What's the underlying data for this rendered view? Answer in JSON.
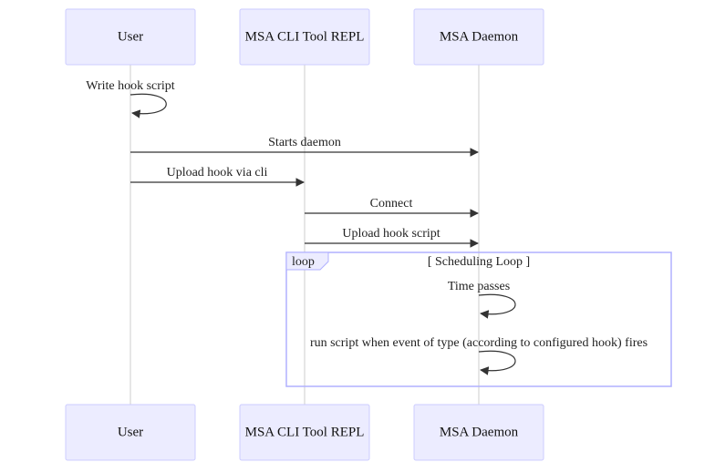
{
  "participants": {
    "user": "User",
    "cli": "MSA CLI Tool REPL",
    "daemon": "MSA Daemon"
  },
  "messages": {
    "m1": "Write hook script",
    "m2": "Starts daemon",
    "m3": "Upload hook via cli",
    "m4": "Connect",
    "m5": "Upload hook script",
    "m6": "Time passes",
    "m7": "run script when event of type (according to configured hook) fires"
  },
  "loop": {
    "keyword": "loop",
    "title": "[ Scheduling Loop ]"
  },
  "colors": {
    "actor_fill": "#ececff",
    "actor_stroke": "#ccccff",
    "loop_stroke": "#b0b0ff",
    "line": "#333333",
    "lifeline": "#cccccc"
  }
}
